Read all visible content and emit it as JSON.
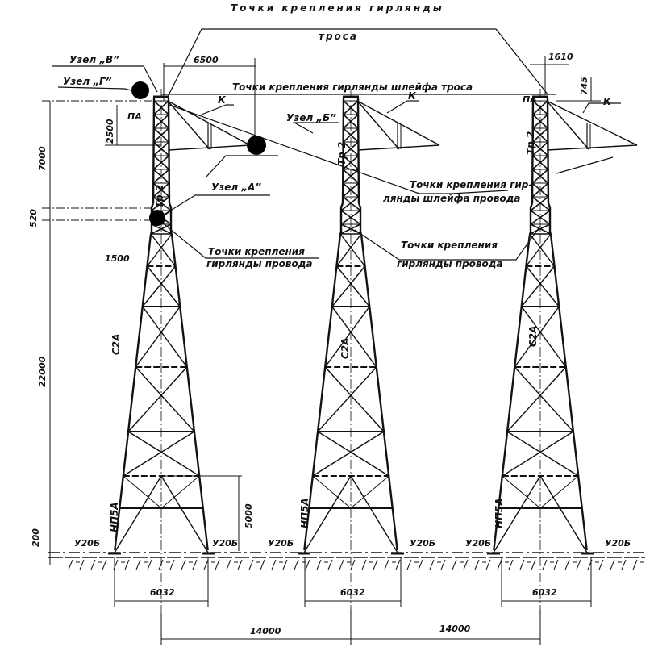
{
  "labels": {
    "top_attach_1": "Точки крепления гирлянды",
    "top_attach_2": "троса",
    "node_v": "Узел „В”",
    "node_g": "Узел „Г”",
    "node_b": "Узел „Б”",
    "node_a": "Узел „А”",
    "shleif_tros": "Точки крепления гирлянды шлейфа троса",
    "pa": "ПА",
    "k": "К",
    "tr2": "Тр 2",
    "c2a": "С2А",
    "np5a": "НП5А",
    "u20b": "У20Б",
    "wire_attach_1": "Точки крепления",
    "wire_attach_2": "гирлянды провода",
    "shleif_wire_1": "Точки крепления гир-",
    "shleif_wire_2": "лянды шлейфа провода"
  },
  "dimensions": {
    "d6500": "6500",
    "d2500": "2500",
    "d7000": "7000",
    "d520": "520",
    "d1500": "1500",
    "d22000": "22000",
    "d5000": "5000",
    "d200": "200",
    "d1610": "1610",
    "d745": "745",
    "d6032": "6032",
    "d14000": "14000"
  }
}
